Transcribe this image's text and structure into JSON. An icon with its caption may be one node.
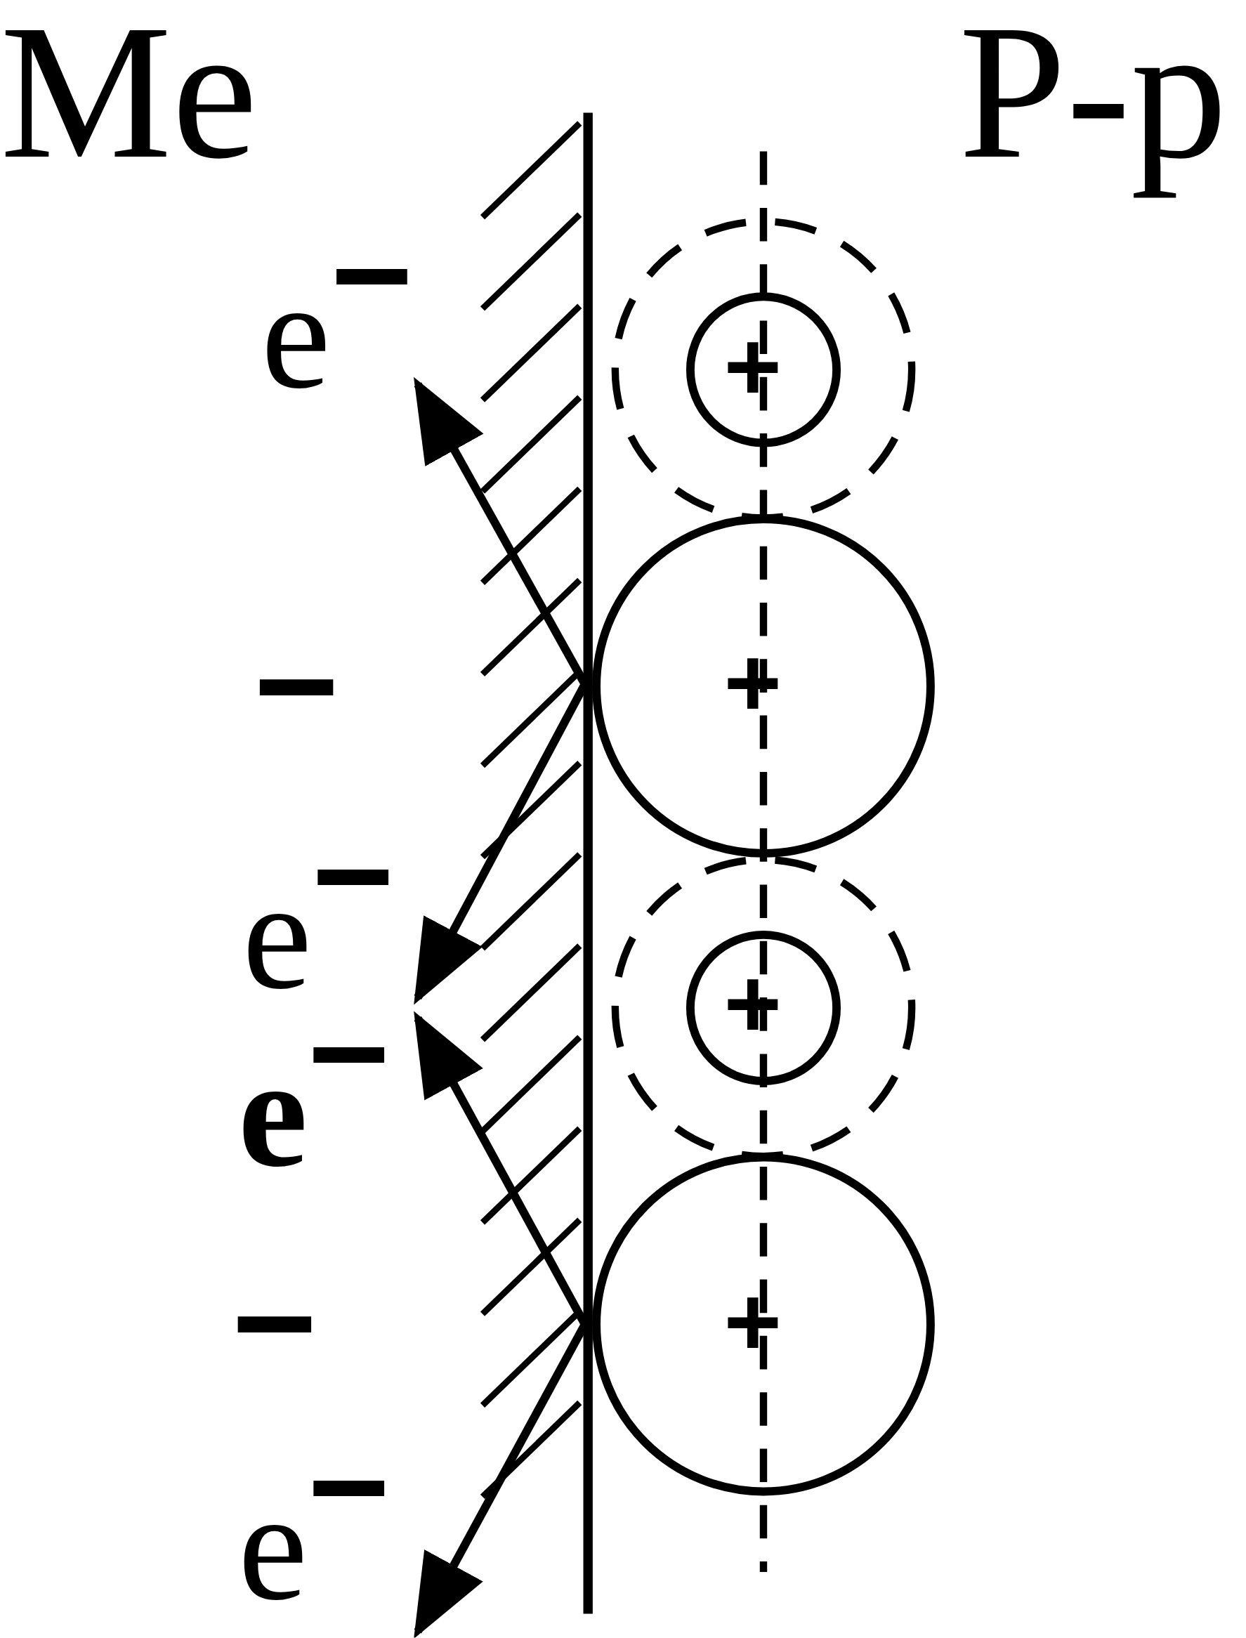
{
  "diagram": {
    "labels": [
      "Me",
      "P-p",
      "e$^{−}$",
      "+",
      "−",
      "+",
      "e$^{−}$",
      "+",
      "e$^{−}$",
      "−",
      "+",
      "e$^{−}$"
    ]
  }
}
